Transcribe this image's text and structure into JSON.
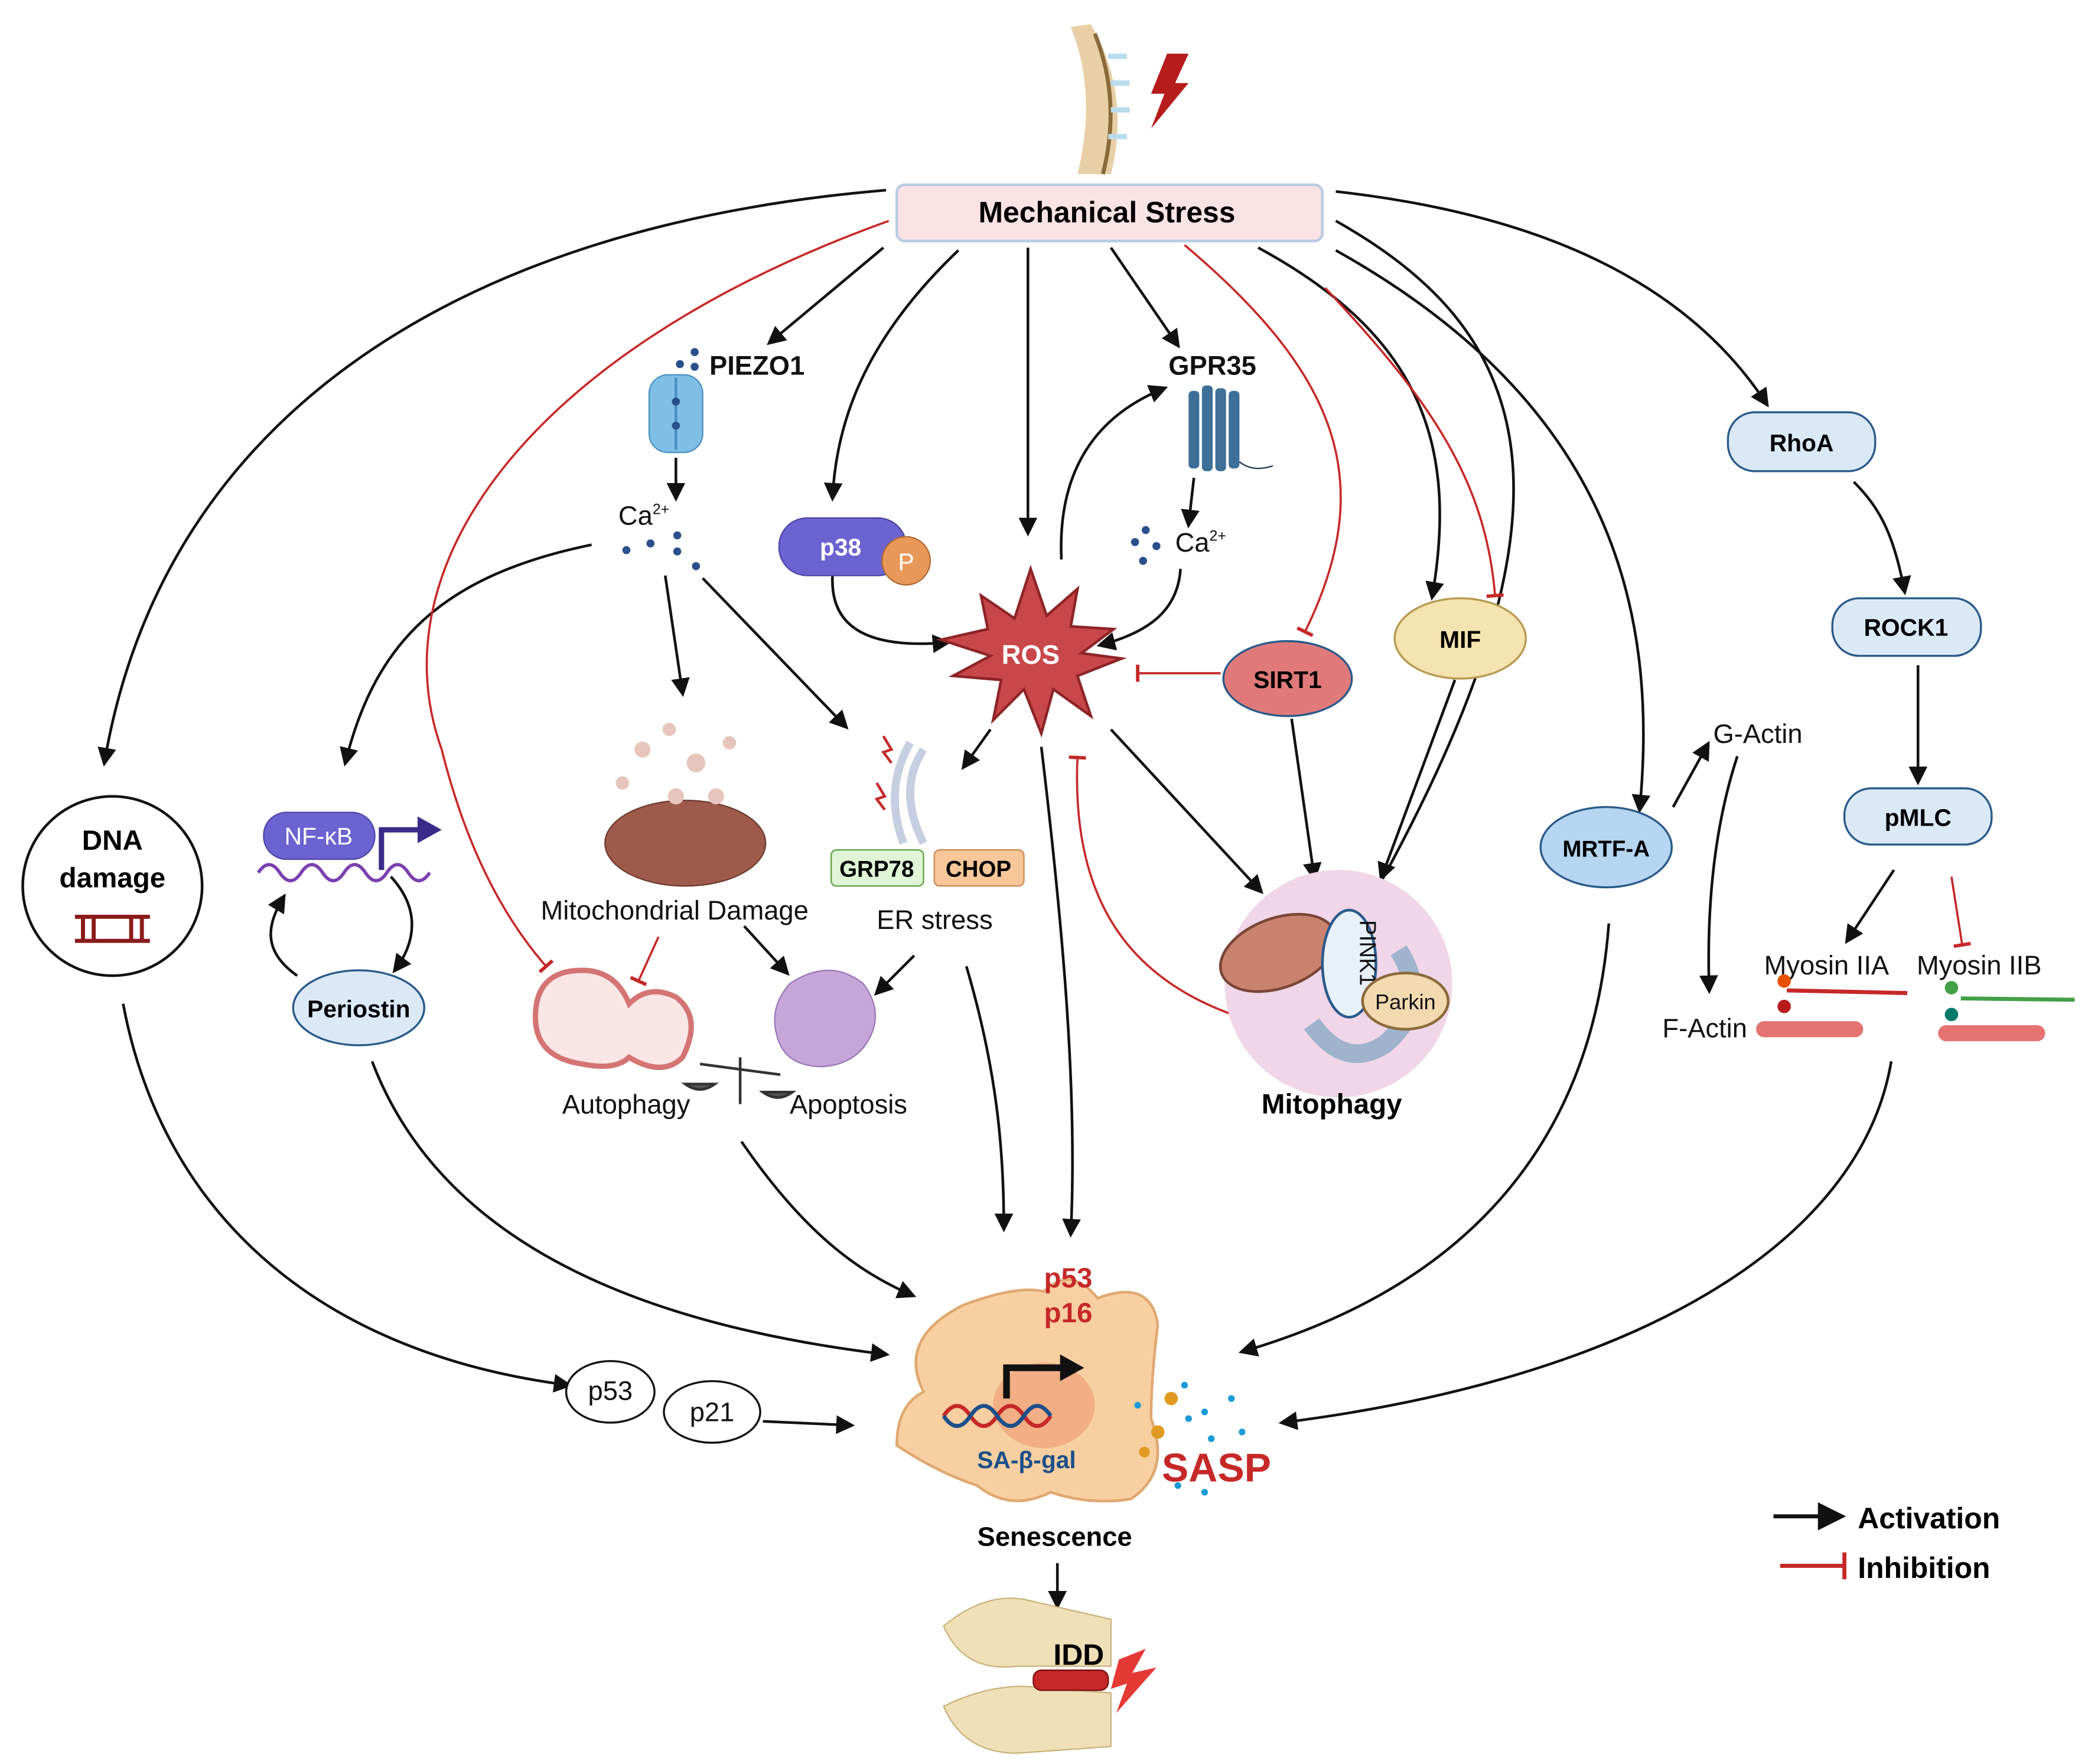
{
  "title": "Mechanical Stress",
  "nodes": {
    "piezo1": "PIEZO1",
    "ca_left": "Ca",
    "ca_sup": "2+",
    "p38": "p38",
    "phospho": "P",
    "gpr35": "GPR35",
    "ca_right": "Ca",
    "ros": "ROS",
    "sirt1": "SIRT1",
    "mif": "MIF",
    "rhoa": "RhoA",
    "rock1": "ROCK1",
    "pmlc": "pMLC",
    "mrtfa": "MRTF-A",
    "g_actin": "G-Actin",
    "f_actin": "F-Actin",
    "myosin_iia": "Myosin IIA",
    "myosin_iib": "Myosin IIB",
    "dna_damage_1": "DNA",
    "dna_damage_2": "damage",
    "nfkb": "NF-κB",
    "periostin": "Periostin",
    "mito_damage": "Mitochondrial Damage",
    "er_stress": "ER stress",
    "grp78": "GRP78",
    "chop": "CHOP",
    "autophagy": "Autophagy",
    "apoptosis": "Apoptosis",
    "pink1": "PINK1",
    "parkin": "Parkin",
    "mitophagy": "Mitophagy",
    "p53_cell": "p53",
    "p16_cell": "p16",
    "sa_beta_gal": "SA-β-gal",
    "sasp": "SASP",
    "senescence": "Senescence",
    "p53": "p53",
    "p21": "p21",
    "idd": "IDD"
  },
  "legend": {
    "activation": "Activation",
    "inhibition": "Inhibition"
  },
  "colors": {
    "activation": "#111111",
    "inhibition": "#c62828",
    "ros": "#c8474a",
    "p38": "#6b63d0",
    "stress_box": "#fbe3e3"
  }
}
